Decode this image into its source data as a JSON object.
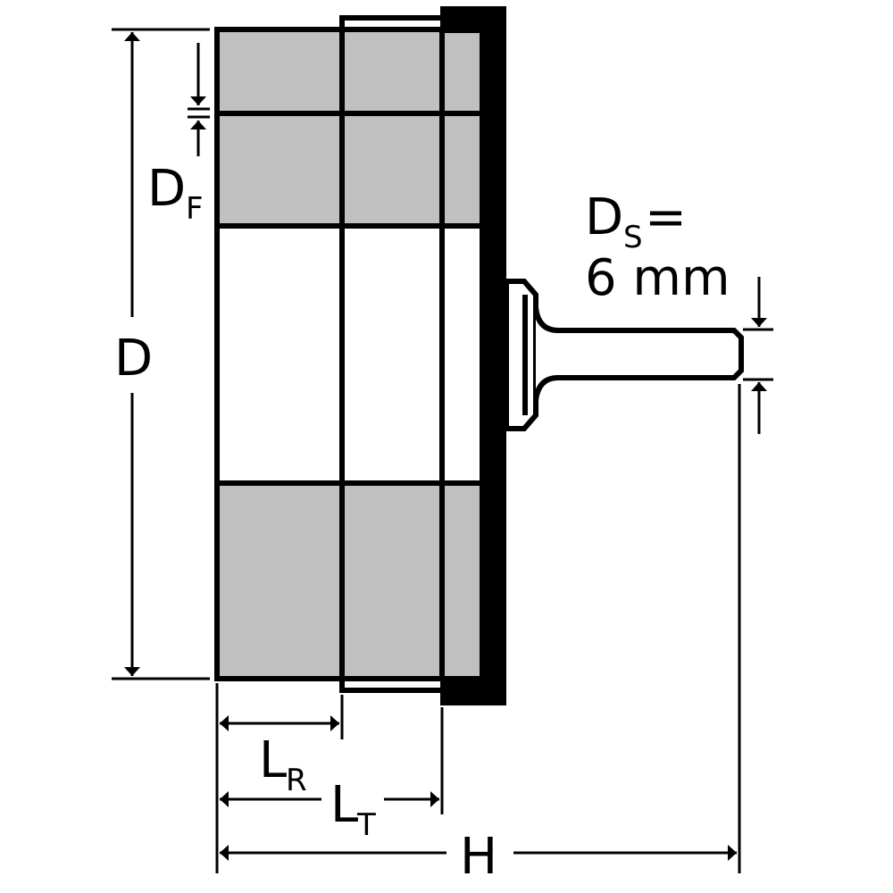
{
  "labels": {
    "D": "D",
    "DF_main": "D",
    "DF_sub": "F",
    "DS_main": "D",
    "DS_sub": "S",
    "DS_eq": "=",
    "DS_value": "6 mm",
    "LR_main": "L",
    "LR_sub": "R",
    "LT_main": "L",
    "LT_sub": "T",
    "H": "H"
  },
  "colors": {
    "fill": "#c0c0c0",
    "line": "#000000",
    "background": "#ffffff"
  }
}
